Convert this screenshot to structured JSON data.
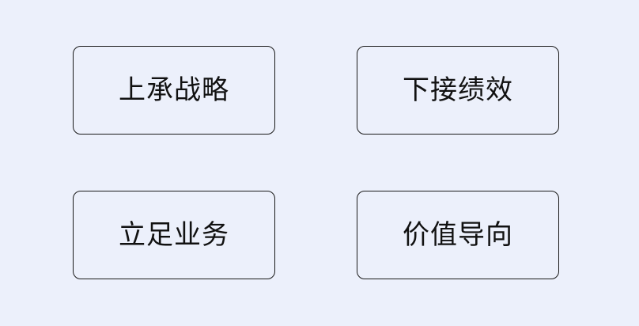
{
  "boxes": [
    {
      "label": "上承战略"
    },
    {
      "label": "下接绩效"
    },
    {
      "label": "立足业务"
    },
    {
      "label": "价值导向"
    }
  ]
}
